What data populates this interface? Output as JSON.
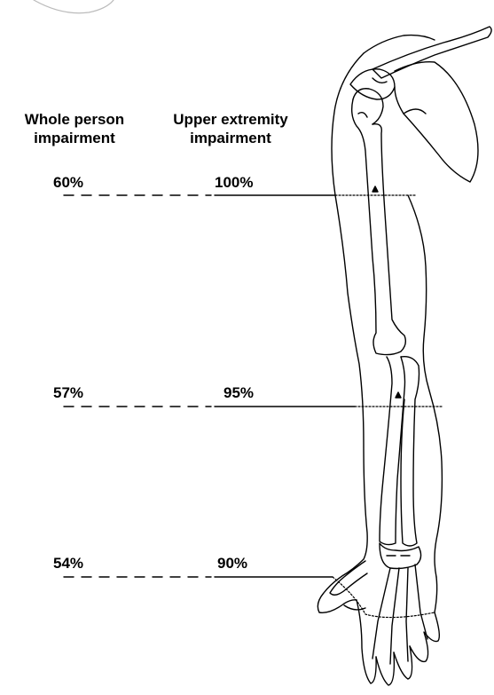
{
  "headers": {
    "whole_person": [
      "Whole person",
      "impairment"
    ],
    "upper_extremity": [
      "Upper extremity",
      "impairment"
    ]
  },
  "levels": [
    {
      "whole_person": "60%",
      "upper_extremity": "100%"
    },
    {
      "whole_person": "57%",
      "upper_extremity": "95%"
    },
    {
      "whole_person": "54%",
      "upper_extremity": "90%"
    }
  ],
  "colors": {
    "line": "#000000",
    "background": "#ffffff"
  }
}
